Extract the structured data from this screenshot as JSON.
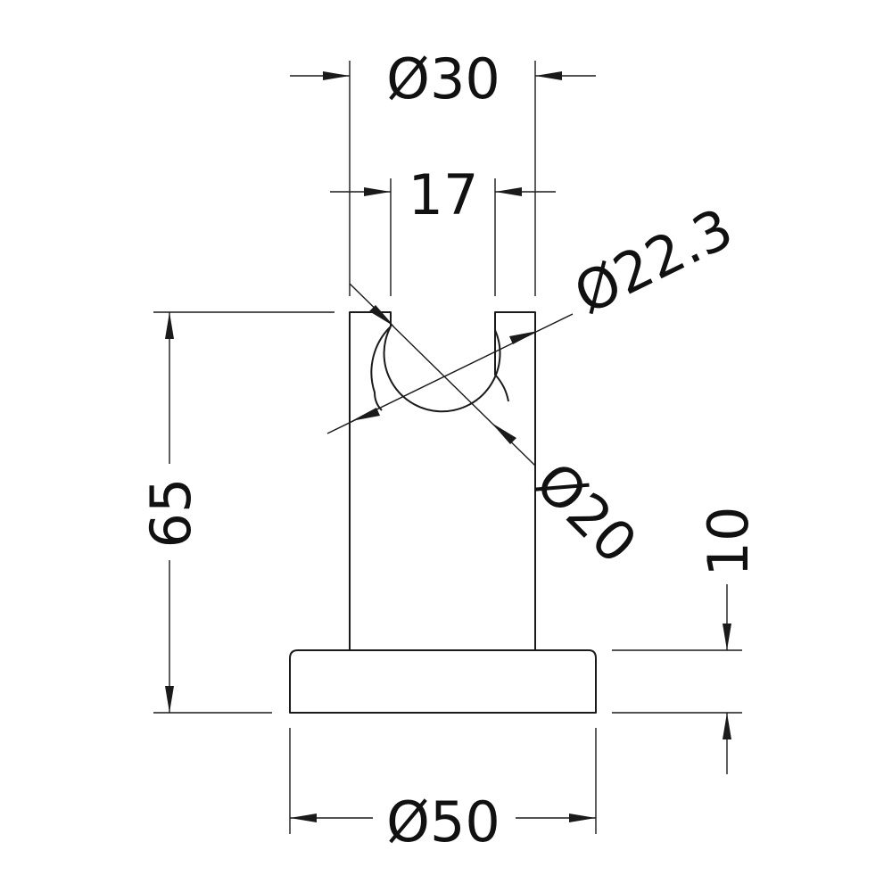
{
  "drawing": {
    "dimensions": {
      "top_diameter": "Ø30",
      "slot_width": "17",
      "bore_outer_diameter": "Ø22.3",
      "bore_inner_diameter": "Ø20",
      "total_height": "65",
      "base_thickness": "10",
      "base_diameter": "Ø50"
    },
    "colors": {
      "line": "#1a1a1a",
      "background": "#ffffff"
    }
  }
}
